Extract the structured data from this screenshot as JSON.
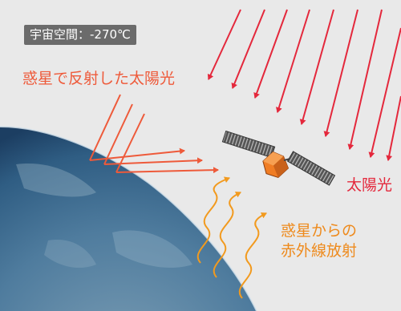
{
  "labels": {
    "space_temperature": "宇宙空間：-270℃",
    "reflected_sunlight": "惑星で反射した太陽光",
    "sunlight": "太陽光",
    "infrared_line1": "惑星からの",
    "infrared_line2": "赤外線放射"
  },
  "colors": {
    "background": "#e9e9e9",
    "sunlight": "#e4283c",
    "reflected": "#ee5a3a",
    "infrared": "#f29a1e",
    "planet_blue": "#2f5d83",
    "satellite_body": "#f07d24",
    "solar_panel": "#5a5a5a"
  },
  "icons": [
    "planet-earth",
    "satellite-icon",
    "sun-ray-arrows",
    "reflected-ray-arrows",
    "infrared-wavy-arrows"
  ]
}
